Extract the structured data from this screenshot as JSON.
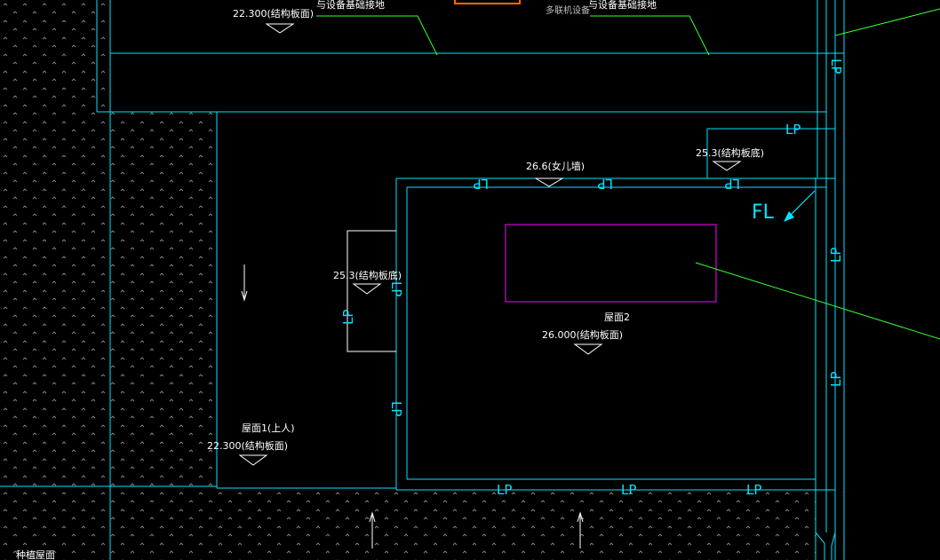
{
  "colors": {
    "background": "#000000",
    "wall_line": "#00e5ff",
    "leader_line": "#33ff33",
    "equipment_box": "#ff00ff",
    "hatch_dot": "#8a8a8a",
    "annotation_text": "#ffffff",
    "highlight_box": "#ff6a00"
  },
  "labels": {
    "top_left_elevation": "22.300(结构板面)",
    "top_left_note": "与设备基础接地",
    "top_right_equipment": "多联机设备",
    "top_right_note": "与设备基础接地",
    "parapet_elevation": "26.6(女儿墙)",
    "slab_bottom_right": "25.3(结构板底)",
    "slab_bottom_left": "25.3(结构板底)",
    "roof2_name": "屋面2",
    "roof2_elevation": "26.000(结构板面)",
    "roof1_name": "屋面1(上人)",
    "roof1_elevation": "22.300(结构板面)",
    "planted_roof": "种植屋面",
    "fl_tag": "FL"
  },
  "pipe_tags": [
    {
      "name": "top-lp-1",
      "text": "LP"
    },
    {
      "name": "top-lp-2",
      "text": "LP"
    },
    {
      "name": "top-lp-3",
      "text": "LP"
    },
    {
      "name": "right-lp-corner",
      "text": "LP"
    },
    {
      "name": "left-lp-upper",
      "text": "LP"
    },
    {
      "name": "left-lp-box",
      "text": "LP"
    },
    {
      "name": "left-lp-lower",
      "text": "LP"
    },
    {
      "name": "bottom-lp-1",
      "text": "LP"
    },
    {
      "name": "bottom-lp-2",
      "text": "LP"
    },
    {
      "name": "bottom-lp-3",
      "text": "LP"
    },
    {
      "name": "right-lp-mid",
      "text": "LP"
    },
    {
      "name": "right-lp-lower",
      "text": "LP"
    },
    {
      "name": "right-lp-top",
      "text": "LP"
    }
  ]
}
